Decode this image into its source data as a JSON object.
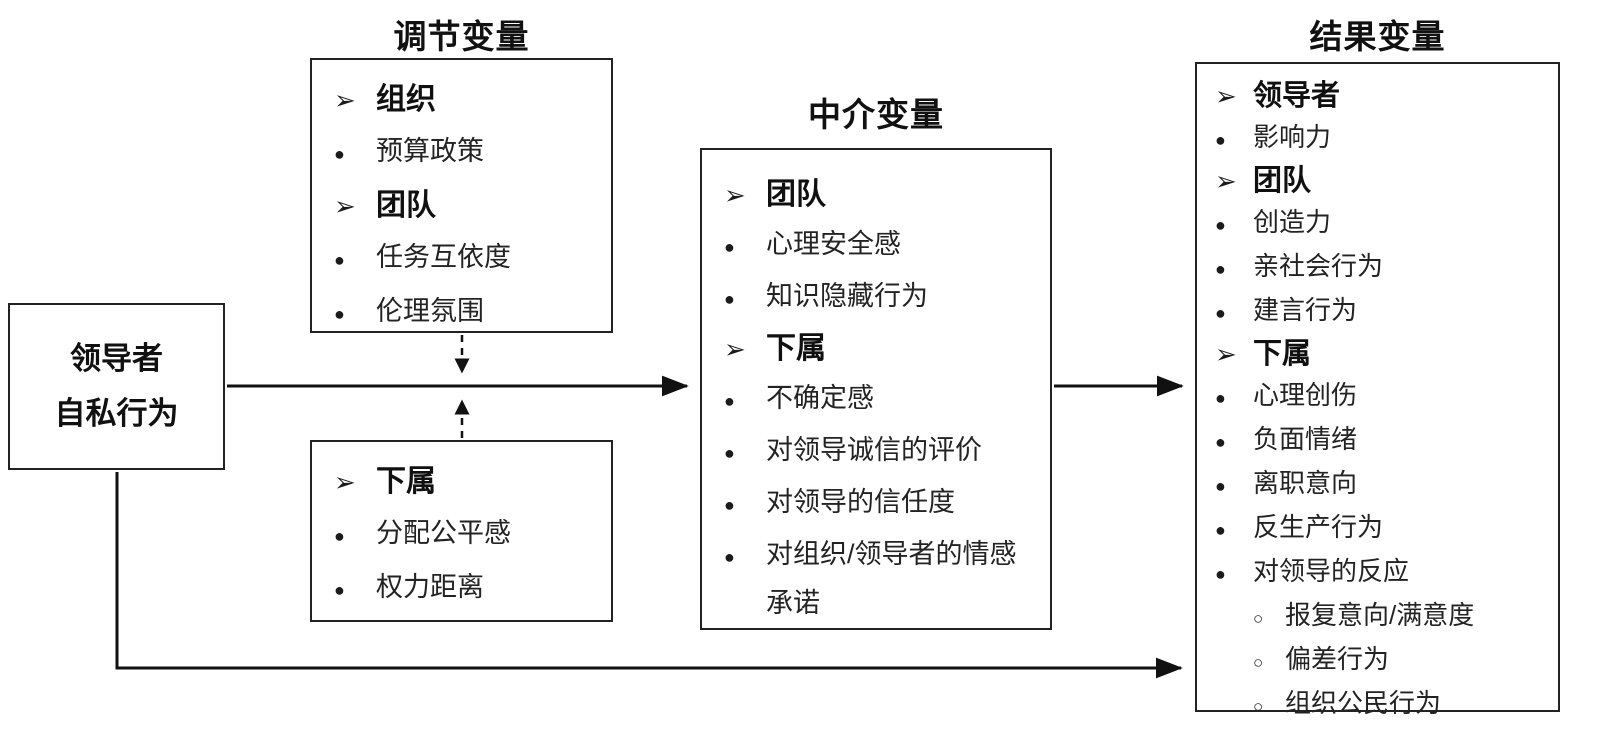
{
  "titles": {
    "moderator": "调节变量",
    "mediator": "中介变量",
    "outcome": "结果变量"
  },
  "source": {
    "line1": "领导者",
    "line2": "自私行为"
  },
  "moderator_top": {
    "items": [
      {
        "type": "header",
        "marker": "➢",
        "label": "组织"
      },
      {
        "type": "bullet",
        "marker": "●",
        "label": "预算政策"
      },
      {
        "type": "header",
        "marker": "➢",
        "label": "团队"
      },
      {
        "type": "bullet",
        "marker": "●",
        "label": "任务互依度"
      },
      {
        "type": "bullet",
        "marker": "●",
        "label": "伦理氛围"
      }
    ]
  },
  "moderator_bottom": {
    "items": [
      {
        "type": "header",
        "marker": "➢",
        "label": "下属"
      },
      {
        "type": "bullet",
        "marker": "●",
        "label": "分配公平感"
      },
      {
        "type": "bullet",
        "marker": "●",
        "label": "权力距离"
      }
    ]
  },
  "mediator": {
    "items": [
      {
        "type": "header",
        "marker": "➢",
        "label": "团队"
      },
      {
        "type": "bullet",
        "marker": "●",
        "label": "心理安全感"
      },
      {
        "type": "bullet",
        "marker": "●",
        "label": "知识隐藏行为"
      },
      {
        "type": "header",
        "marker": "➢",
        "label": "下属"
      },
      {
        "type": "bullet",
        "marker": "●",
        "label": "不确定感"
      },
      {
        "type": "bullet",
        "marker": "●",
        "label": "对领导诚信的评价"
      },
      {
        "type": "bullet",
        "marker": "●",
        "label": "对领导的信任度"
      },
      {
        "type": "bullet",
        "marker": "●",
        "label": "对组织/领导者的情感承诺"
      }
    ]
  },
  "outcome": {
    "items": [
      {
        "type": "header",
        "marker": "➢",
        "label": "领导者"
      },
      {
        "type": "bullet",
        "marker": "●",
        "label": "影响力"
      },
      {
        "type": "header",
        "marker": "➢",
        "label": "团队"
      },
      {
        "type": "bullet",
        "marker": "●",
        "label": "创造力"
      },
      {
        "type": "bullet",
        "marker": "●",
        "label": "亲社会行为"
      },
      {
        "type": "bullet",
        "marker": "●",
        "label": "建言行为"
      },
      {
        "type": "header",
        "marker": "➢",
        "label": "下属"
      },
      {
        "type": "bullet",
        "marker": "●",
        "label": "心理创伤"
      },
      {
        "type": "bullet",
        "marker": "●",
        "label": "负面情绪"
      },
      {
        "type": "bullet",
        "marker": "●",
        "label": "离职意向"
      },
      {
        "type": "bullet",
        "marker": "●",
        "label": "反生产行为"
      },
      {
        "type": "bullet",
        "marker": "●",
        "label": "对领导的反应"
      },
      {
        "type": "sub",
        "marker": "○",
        "label": "报复意向/满意度"
      },
      {
        "type": "sub",
        "marker": "○",
        "label": "偏差行为"
      },
      {
        "type": "sub",
        "marker": "○",
        "label": "组织公民行为"
      }
    ]
  },
  "colors": {
    "line": "#111111",
    "border": "#232323",
    "text": "#222222",
    "background": "#ffffff"
  }
}
